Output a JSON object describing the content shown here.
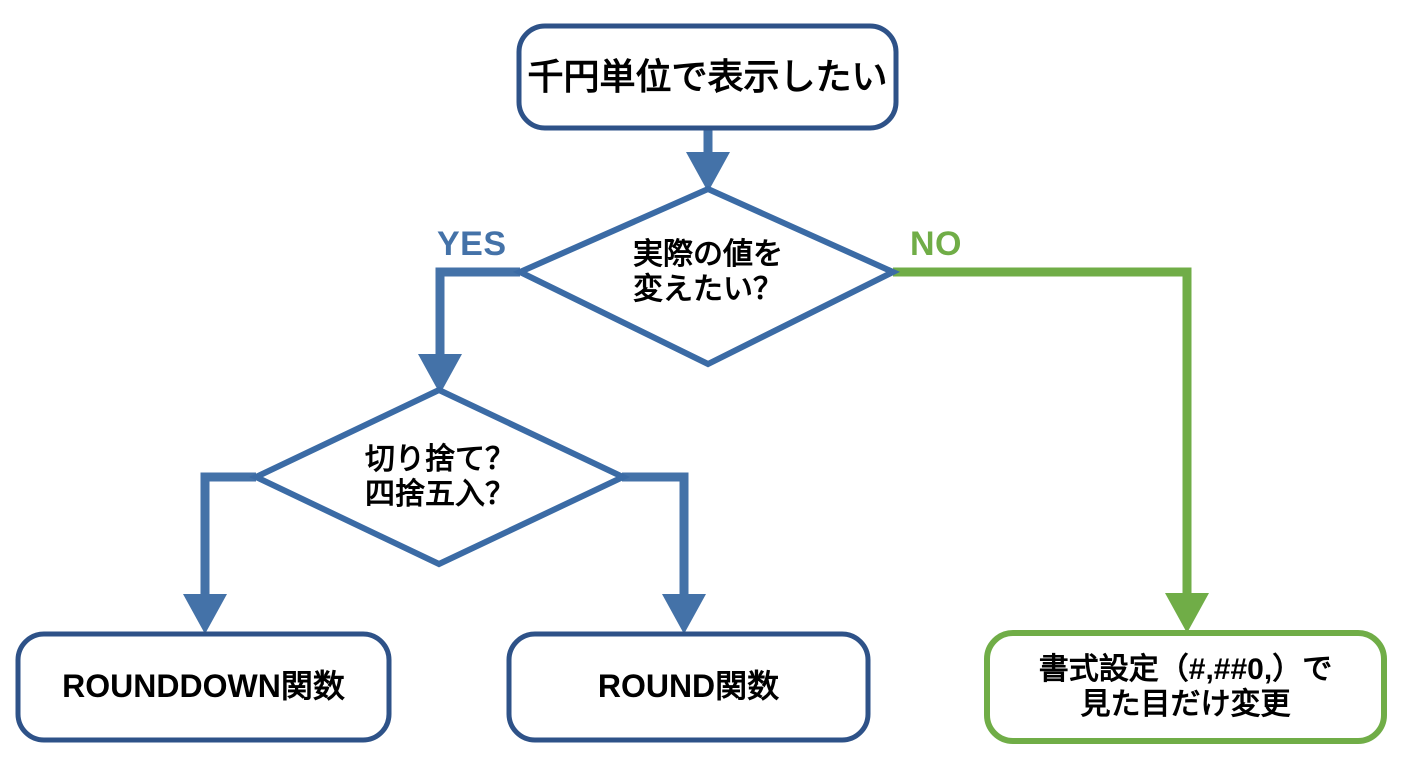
{
  "diagram": {
    "type": "flowchart",
    "title_text": "千円単位で表示したい",
    "colors": {
      "box_border_blue": "#2e5288",
      "box_border_green": "#70ad47",
      "connector_blue": "#4472a8",
      "connector_green": "#70ad47",
      "diamond_border_blue": "#3b6ba5",
      "text_black": "#000000",
      "background": "#ffffff"
    },
    "nodes": [
      {
        "id": "start",
        "shape": "rounded-rect",
        "label": "千円単位で表示したい"
      },
      {
        "id": "decision-change-value",
        "shape": "diamond",
        "label": "実際の値を\n変えたい？"
      },
      {
        "id": "decision-round-mode",
        "shape": "diamond",
        "label": "切り捨て？\n四捨五入？"
      },
      {
        "id": "result-rounddown",
        "shape": "rounded-rect",
        "label": "ROUNDDOWN関数"
      },
      {
        "id": "result-round",
        "shape": "rounded-rect",
        "label": "ROUND関数"
      },
      {
        "id": "result-format",
        "shape": "rounded-rect",
        "label": "書式設定（#,##0,）で\n見た目だけ変更"
      }
    ],
    "branch_labels": {
      "yes": "YES",
      "no": "NO"
    },
    "edges": [
      {
        "id": "edge-start-to-decision1",
        "from": "start",
        "to": "decision-change-value",
        "label": "",
        "color": "#4472a8"
      },
      {
        "id": "edge-decision1-yes",
        "from": "decision-change-value",
        "to": "decision-round-mode",
        "label": "YES",
        "color": "#4472a8"
      },
      {
        "id": "edge-decision1-no",
        "from": "decision-change-value",
        "to": "result-format",
        "label": "NO",
        "color": "#70ad47"
      },
      {
        "id": "edge-decision2-left",
        "from": "decision-round-mode",
        "to": "result-rounddown",
        "label": "",
        "color": "#4472a8"
      },
      {
        "id": "edge-decision2-right",
        "from": "decision-round-mode",
        "to": "result-round",
        "label": "",
        "color": "#4472a8"
      }
    ]
  }
}
